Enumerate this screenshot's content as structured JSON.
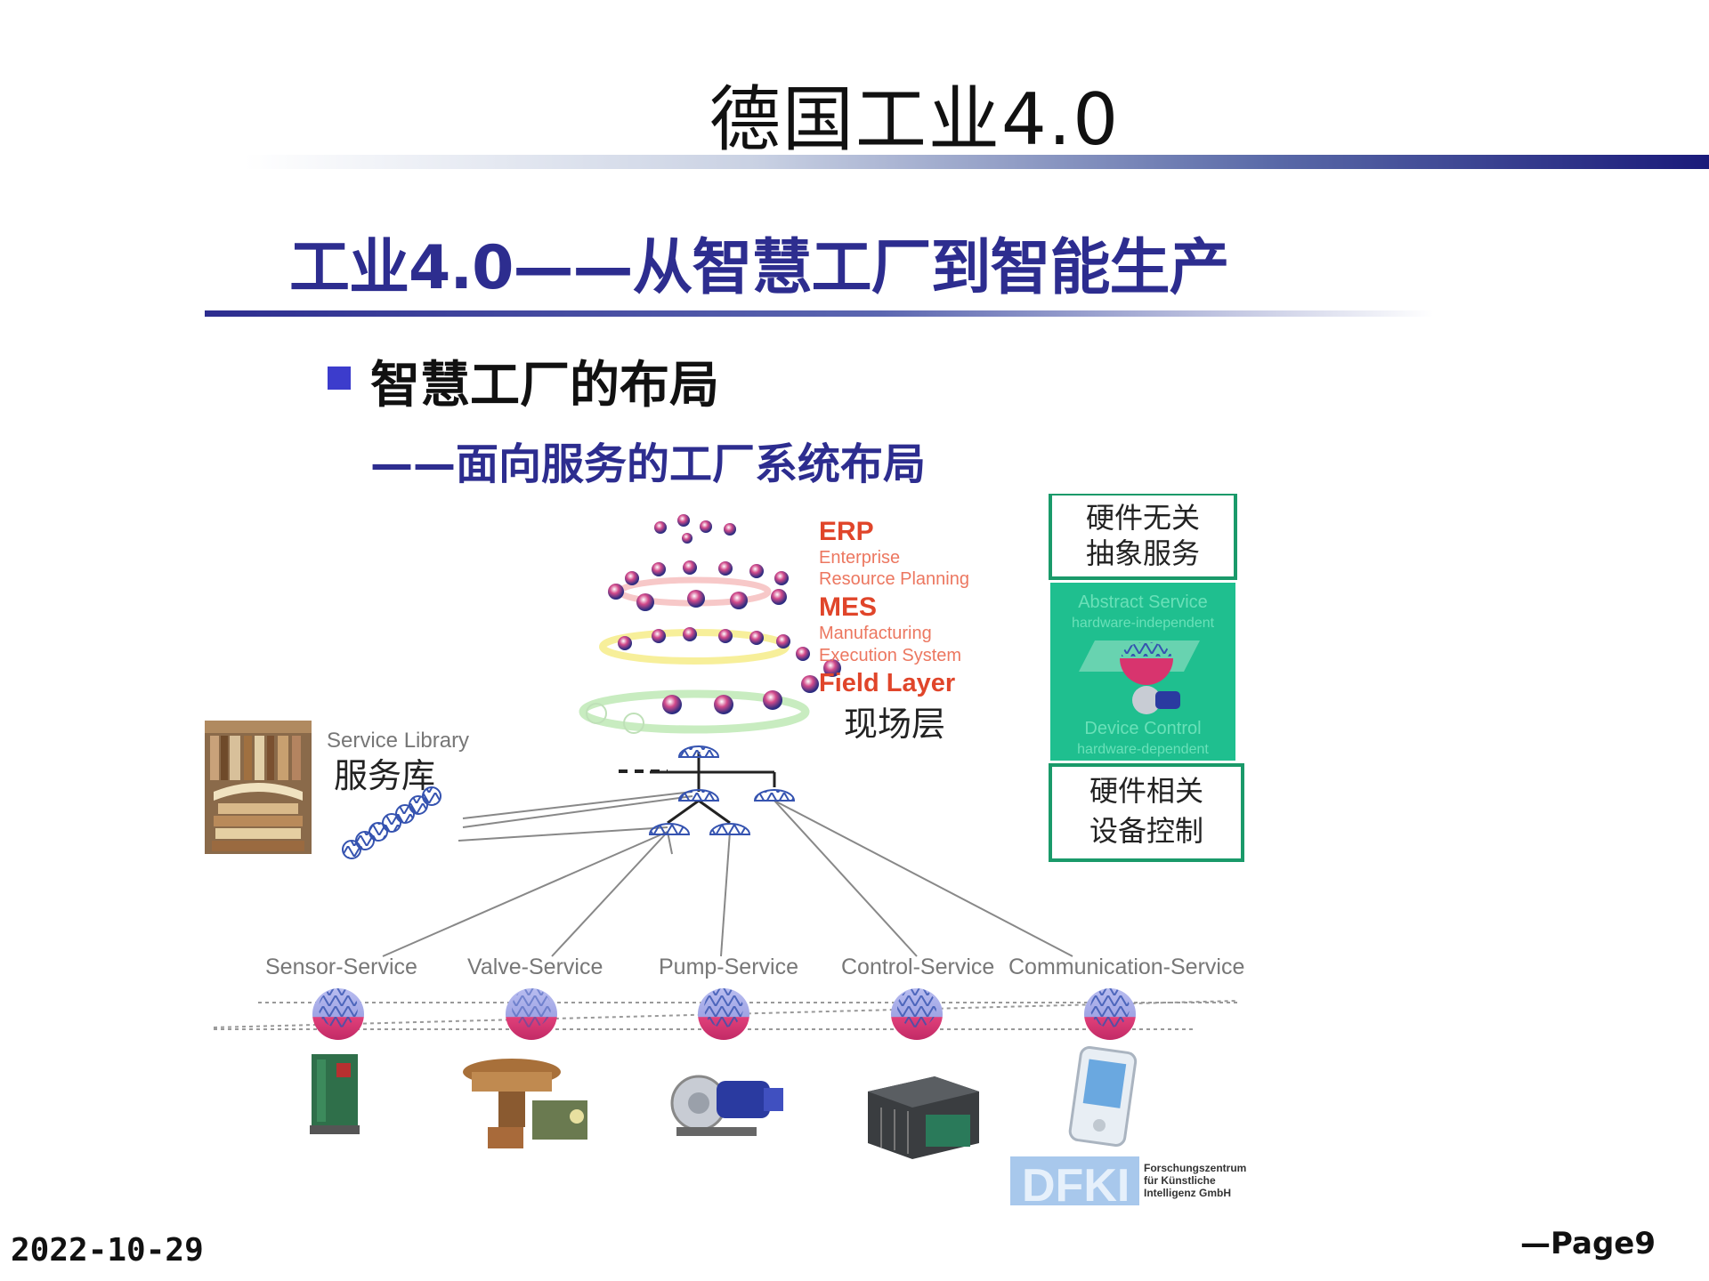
{
  "slide": {
    "title": "德国工业4.0",
    "footer_date": "2022-10-29",
    "footer_page": "—Page9"
  },
  "figure": {
    "heading": "工业4.0——从智慧工厂到智能生产",
    "bullet": "智慧工厂的布局",
    "subtitle": "——面向服务的工厂系统布局",
    "pyramid": {
      "erp": "ERP",
      "erp_line1": "Enterprise",
      "erp_line2": "Resource Planning",
      "mes": "MES",
      "mes_line1": "Manufacturing",
      "mes_line2": "Execution System",
      "field": "Field Layer",
      "field_cn": "现场层"
    },
    "library": {
      "en": "Service Library",
      "cn": "服务库"
    },
    "services": [
      "Sensor-Service",
      "Valve-Service",
      "Pump-Service",
      "Control-Service",
      "Communication-Service"
    ],
    "right_panel": {
      "top_box_line1": "硬件无关",
      "top_box_line2": "抽象服务",
      "abstract_en": "Abstract Service",
      "abstract_en2": "hardware-independent",
      "device_en": "Device Control",
      "device_en2": "hardware-dependent",
      "bottom_box_line1": "硬件相关",
      "bottom_box_line2": "设备控制"
    },
    "dfki": {
      "line1": "Forschungszentrum",
      "line2": "für Künstliche",
      "line3": "Intelligenz GmbH"
    },
    "colors": {
      "heading": "#2d2d8f",
      "accent_red": "#e0452a",
      "panel_green": "#1fbf8f",
      "box_border": "#1a9a6a"
    }
  }
}
